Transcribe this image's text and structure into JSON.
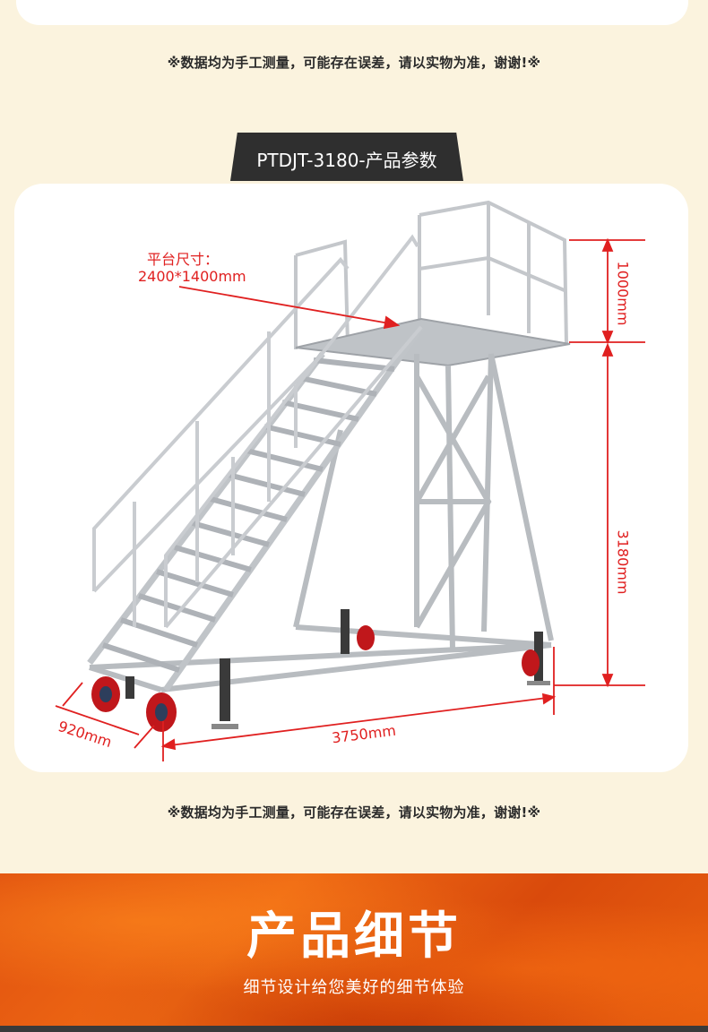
{
  "notes": {
    "top": "※数据均为手工测量，可能存在误差，请以实物为准，谢谢!※",
    "bottom": "※数据均为手工测量，可能存在误差，请以实物为准，谢谢!※"
  },
  "product": {
    "title": "PTDJT-3180-产品参数",
    "platform_label": "平台尺寸：",
    "platform_size": "2400*1400mm",
    "dim_guard_height": "1000mm",
    "dim_platform_height": "3180mm",
    "dim_length": "3750mm",
    "dim_width": "920mm"
  },
  "colors": {
    "accent_red": "#e02020",
    "frame_silver": "#c9ccd0",
    "wheel_red": "#c0171b"
  },
  "banner": {
    "title": "产品细节",
    "subtitle": "细节设计给您美好的细节体验"
  }
}
